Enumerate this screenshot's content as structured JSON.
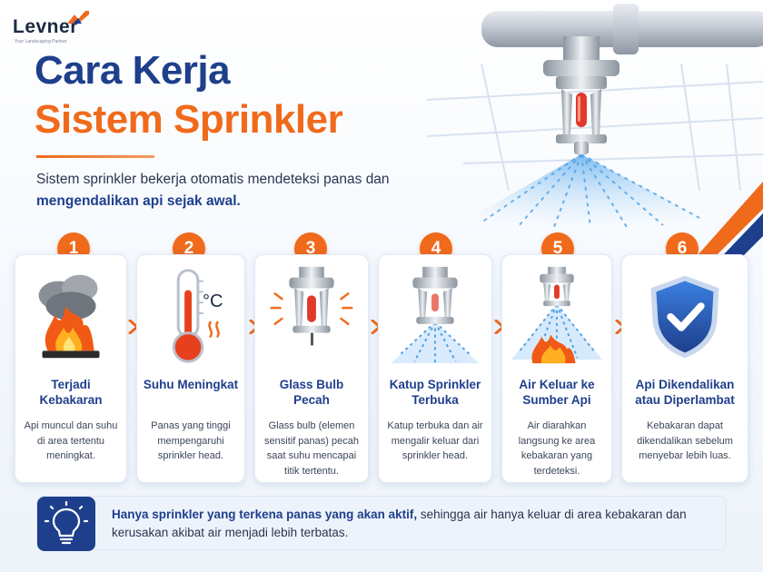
{
  "brand": {
    "name": "Levner",
    "tagline": "Your Landscaping Partner",
    "navy": "#1e3f8c",
    "orange": "#f06a1c"
  },
  "title": {
    "line1": "Cara Kerja",
    "line2": "Sistem Sprinkler"
  },
  "subtitle": {
    "plain": "Sistem sprinkler bekerja otomatis mendeteksi panas dan ",
    "bold": "mengendalikan api sejak awal."
  },
  "steps": [
    {
      "number": "1",
      "icon": "fire-icon",
      "title": "Terjadi Kebakaran",
      "desc": "Api muncul dan suhu di area tertentu meningkat."
    },
    {
      "number": "2",
      "icon": "thermometer-icon",
      "title": "Suhu Meningkat",
      "desc": "Panas yang tinggi mempengaruhi sprinkler head.",
      "unit": "°C"
    },
    {
      "number": "3",
      "icon": "glass-bulb-burst-icon",
      "title": "Glass Bulb Pecah",
      "desc": "Glass bulb (elemen sensitif panas) pecah saat suhu mencapai titik tertentu."
    },
    {
      "number": "4",
      "icon": "sprinkler-open-icon",
      "title": "Katup Sprinkler Terbuka",
      "desc": "Katup terbuka dan air mengalir keluar dari sprinkler head."
    },
    {
      "number": "5",
      "icon": "water-on-fire-icon",
      "title": "Air Keluar ke Sumber Api",
      "desc": "Air diarahkan langsung ke area kebakaran yang terdeteksi."
    },
    {
      "number": "6",
      "icon": "shield-check-icon",
      "title": "Api Dikendalikan atau Diperlambat",
      "desc": "Kebakaran dapat dikendalikan sebelum menyebar lebih luas."
    }
  ],
  "note": {
    "icon": "lightbulb-icon",
    "highlight": "Hanya sprinkler yang terkena panas yang akan aktif,",
    "rest": " sehingga air hanya keluar di area kebakaran dan kerusakan akibat air menjadi lebih terbatas."
  }
}
